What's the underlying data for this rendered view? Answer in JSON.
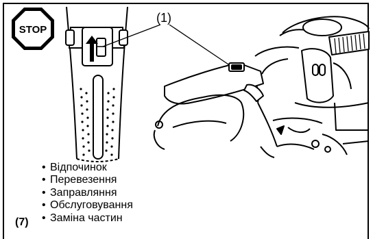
{
  "stop_sign": {
    "text": "STOP"
  },
  "callout": {
    "label": "(1)"
  },
  "situations": [
    "Відпочинок",
    "Перевезення",
    "Заправляння",
    "Обслуговування",
    "Заміна частин"
  ],
  "step_number": "(7)"
}
